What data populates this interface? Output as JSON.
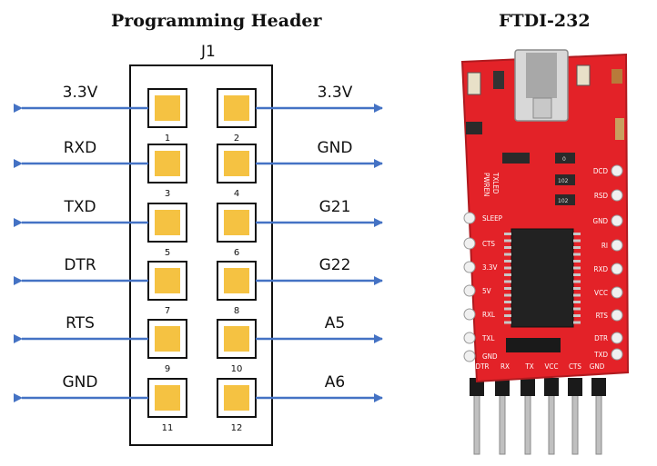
{
  "titles": {
    "header": "Programming Header",
    "board": "FTDI-232"
  },
  "connector": {
    "ref": "J1"
  },
  "pins": [
    {
      "num": "1",
      "label": "3.3V"
    },
    {
      "num": "2",
      "label": "3.3V"
    },
    {
      "num": "3",
      "label": "RXD"
    },
    {
      "num": "4",
      "label": "GND"
    },
    {
      "num": "5",
      "label": "TXD"
    },
    {
      "num": "6",
      "label": "G21"
    },
    {
      "num": "7",
      "label": "DTR"
    },
    {
      "num": "8",
      "label": "G22"
    },
    {
      "num": "9",
      "label": "RTS"
    },
    {
      "num": "10",
      "label": "A5"
    },
    {
      "num": "11",
      "label": "GND"
    },
    {
      "num": "12",
      "label": "A6"
    }
  ],
  "board": {
    "left_labels": [
      "PWREN",
      "TXLED",
      "SLEEP",
      "CTS",
      "3.3V",
      "5V",
      "RXL",
      "TXL",
      "GND"
    ],
    "right_labels": [
      "DCD",
      "RSD",
      "GND",
      "RI",
      "RXD",
      "VCC",
      "RTS",
      "DTR",
      "TXD"
    ],
    "bottom_labels": [
      "DTR",
      "RX",
      "TX",
      "VCC",
      "CTS",
      "GND"
    ],
    "chip_labels": [
      "0",
      "102",
      "102"
    ]
  },
  "colors": {
    "arrow": "#4472c4",
    "pad": "#f5c242",
    "board": "#e8242b",
    "pin": "#c0c0c0"
  }
}
